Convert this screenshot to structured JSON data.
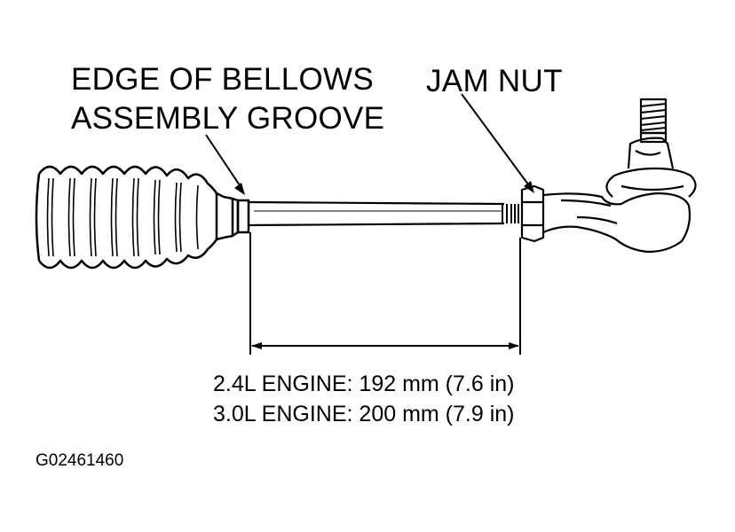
{
  "labels": {
    "bellows_line1": "EDGE OF BELLOWS",
    "bellows_line2": "ASSEMBLY GROOVE",
    "jam_nut": "JAM NUT",
    "spec_24": "2.4L ENGINE: 192 mm (7.6 in)",
    "spec_30": "3.0L ENGINE: 200 mm (7.9 in)",
    "figure_id": "G02461460"
  },
  "colors": {
    "line": "#000000",
    "background": "#ffffff"
  }
}
